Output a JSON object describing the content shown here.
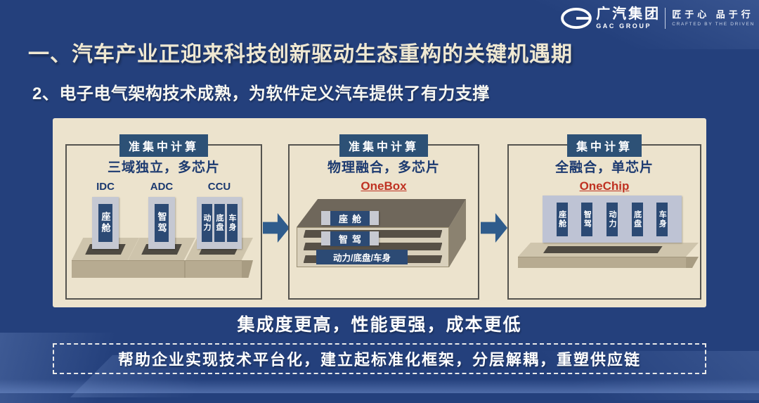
{
  "colors": {
    "background": "#24407c",
    "panel_bg": "#ece3cd",
    "stage_header_bg": "#2d5176",
    "chip_label_bg": "#2c4a74",
    "highlight_red": "#bf3222",
    "arrow_blue": "#2f5c8c",
    "title_cream": "#efe8d2"
  },
  "logo": {
    "company_cn": "广汽集团",
    "company_en": "GAC GROUP",
    "slogan_cn": "匠于心  品于行",
    "slogan_en": "CRAFTED BY THE DRIVEN"
  },
  "title": "一、汽车产业正迎来科技创新驱动生态重构的关键机遇期",
  "subtitle": "2、电子电气架构技术成熟，为软件定义汽车提供了有力支撑",
  "diagram": {
    "stages": [
      {
        "header": "准集中计算",
        "description": "三域独立，多芯片",
        "chips": [
          {
            "name": "IDC",
            "domains": [
              "座舱"
            ]
          },
          {
            "name": "ADC",
            "domains": [
              "智驾"
            ]
          },
          {
            "name": "CCU",
            "domains": [
              "动力",
              "底盘",
              "车身"
            ]
          }
        ]
      },
      {
        "header": "准集中计算",
        "description": "物理融合，多芯片",
        "highlight": "OneBox",
        "layers": [
          "座舱",
          "智驾",
          "动力/底盘/车身"
        ]
      },
      {
        "header": "集中计算",
        "description": "全融合，单芯片",
        "highlight": "OneChip",
        "domains": [
          "座舱",
          "智驾",
          "动力",
          "底盘",
          "车身"
        ]
      }
    ]
  },
  "summary": "集成度更高，性能更强，成本更低",
  "footer": "帮助企业实现技术平台化，建立起标准化框架，分层解耦，重塑供应链"
}
